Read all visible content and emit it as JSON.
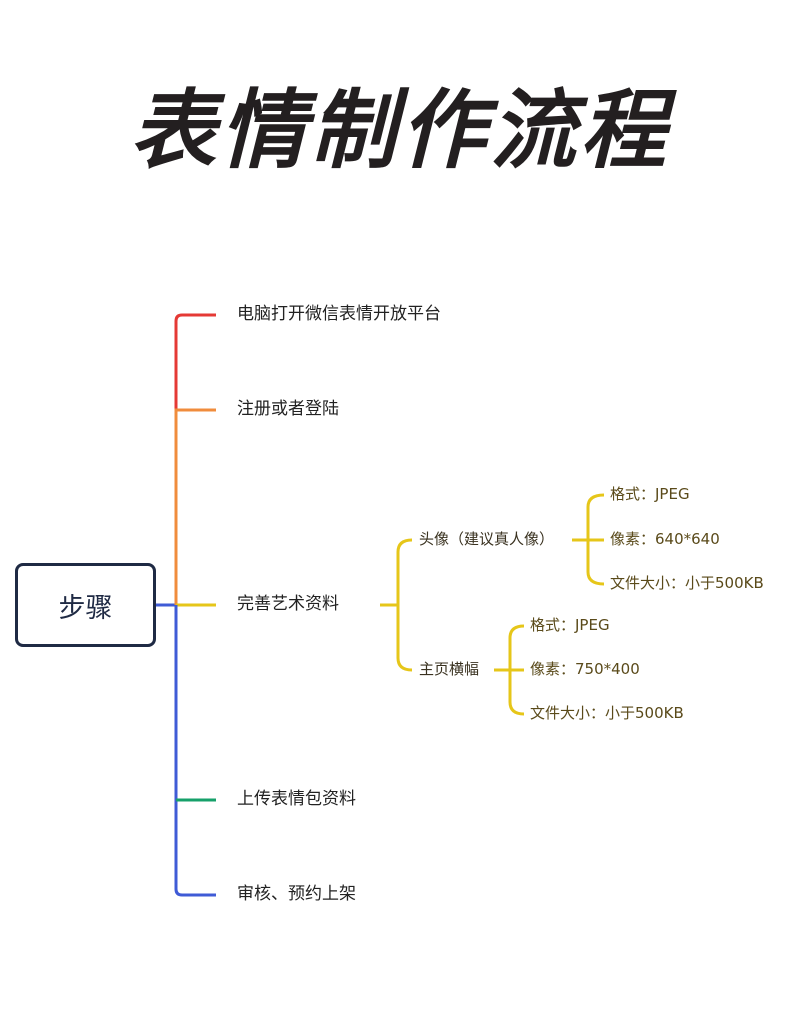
{
  "title": "表情制作流程",
  "root": {
    "label": "步骤"
  },
  "steps": [
    {
      "label": "电脑打开微信表情开放平台",
      "color": "#e53935"
    },
    {
      "label": "注册或者登陆",
      "color": "#f08c3c"
    },
    {
      "label": "完善艺术资料",
      "color": "#e6c619"
    },
    {
      "label": "上传表情包资料",
      "color": "#16a06a"
    },
    {
      "label": "审核、预约上架",
      "color": "#3f5bd6"
    }
  ],
  "details": [
    {
      "label": "头像（建议真人像）",
      "items": [
        "格式：JPEG",
        "像素：640*640",
        "文件大小：小于500KB"
      ]
    },
    {
      "label": "主页横幅",
      "items": [
        "格式：JPEG",
        "像素：750*400",
        "文件大小：小于500KB"
      ]
    }
  ]
}
